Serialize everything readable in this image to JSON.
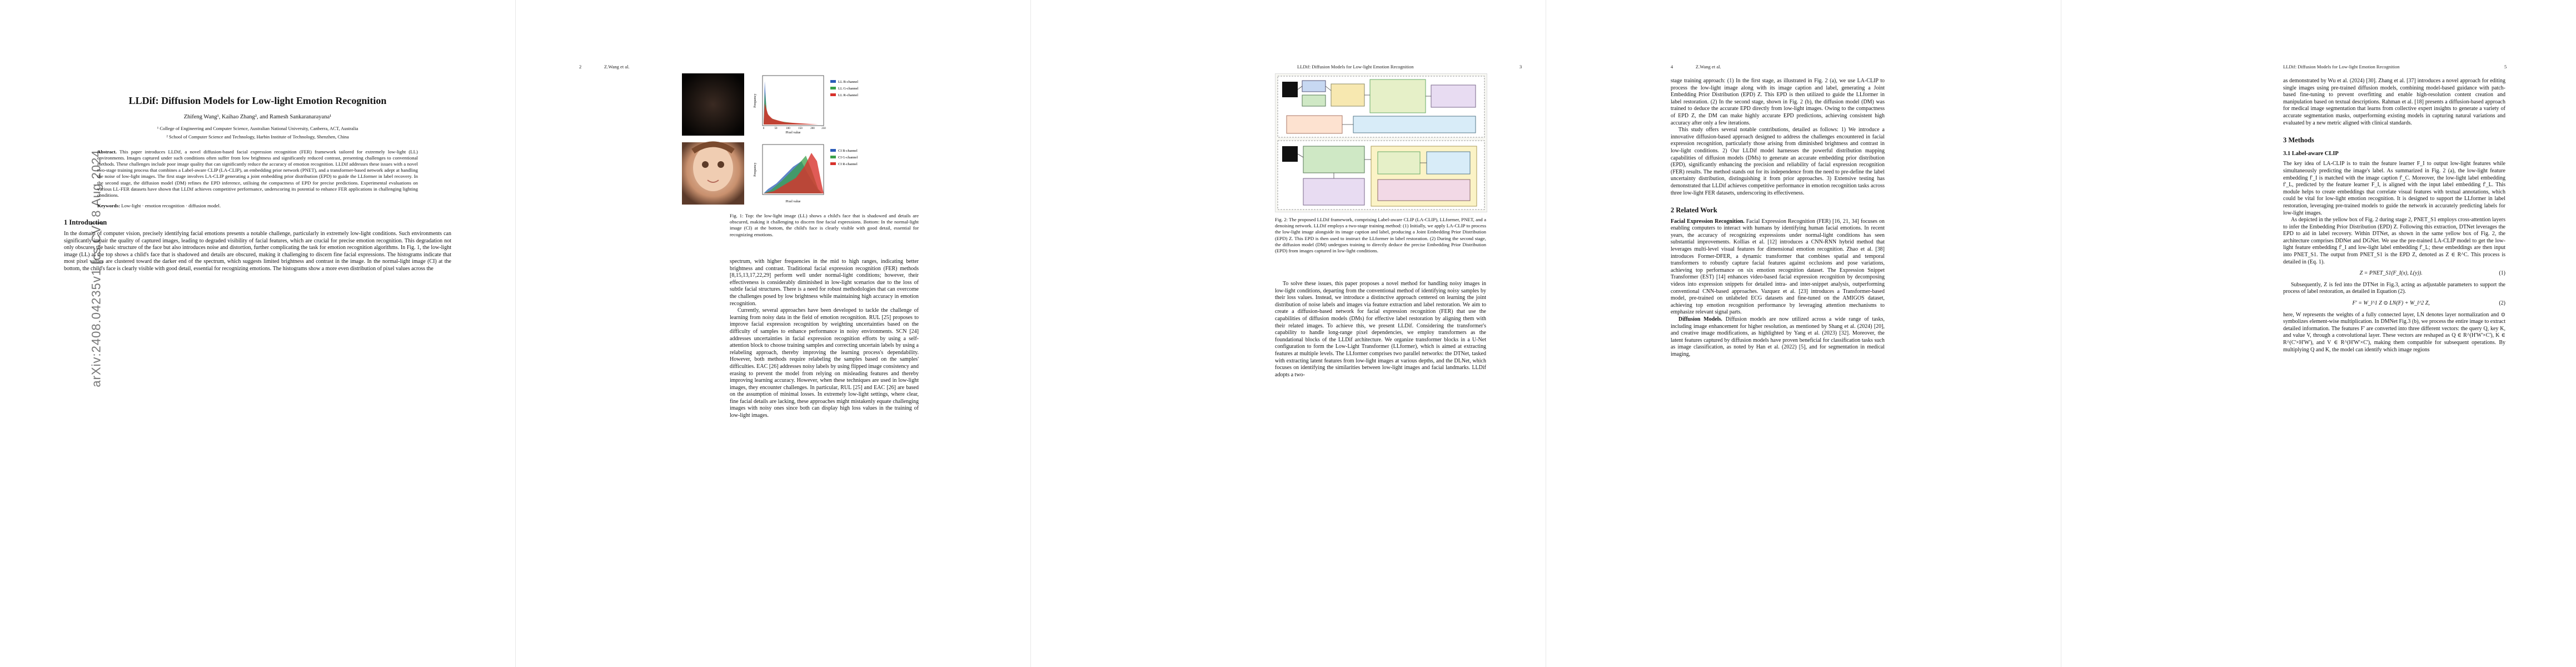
{
  "arxiv_id": "arXiv:2408.04235v1  [cs.CV]  8 Aug 2024",
  "page1": {
    "title": "LLDif: Diffusion Models for Low-light Emotion Recognition",
    "authors": "Zhifeng Wang¹, Kaihao Zhang², and Ramesh Sankaranarayana¹",
    "affil1": "¹ College of Engineering and Computer Science, Australian National University, Canberra, ACT, Australia",
    "affil2": "² School of Computer Science and Technology, Harbin Institute of Technology, Shenzhen, China",
    "abstract_label": "Abstract.",
    "abstract": "This paper introduces LLDif, a novel diffusion-based facial expression recognition (FER) framework tailored for extremely low-light (LL) environments. Images captured under such conditions often suffer from low brightness and significantly reduced contrast, presenting challenges to conventional methods. These challenges include poor image quality that can significantly reduce the accuracy of emotion recognition. LLDif addresses these issues with a novel two-stage training process that combines a Label-aware CLIP (LA-CLIP), an embedding prior network (PNET), and a transformer-based network adept at handling the noise of low-light images. The first stage involves LA-CLIP generating a joint embedding prior distribution (EPD) to guide the LLformer in label recovery. In the second stage, the diffusion model (DM) refines the EPD inference, utilising the compactness of EPD for precise predictions. Experimental evaluations on various LL-FER datasets have shown that LLDif achieves competitive performance, underscoring its potential to enhance FER applications in challenging lighting conditions.",
    "keywords_label": "Keywords:",
    "keywords": "Low-light · emotion recognition · diffusion model.",
    "sec1": "1   Introduction",
    "intro": "In the domain of computer vision, precisely identifying facial emotions presents a notable challenge, particularly in extremely low-light conditions. Such environments can significantly impair the quality of captured images, leading to degraded visibility of facial features, which are crucial for precise emotion recognition. This degradation not only obscures the basic structure of the face but also introduces noise and distortion, further complicating the task for emotion recognition algorithms. In Fig. 1, the low-light image (LL) at the top shows a child's face that is shadowed and details are obscured, making it challenging to discern fine facial expressions. The histograms indicate that most pixel values are clustered toward the darker end of the spectrum, which suggests limited brightness and contrast in the image. In the normal-light image (CI) at the bottom, the child's face is clearly visible with good detail, essential for recognizing emotions. The histograms show a more even distribution of pixel values across the"
  },
  "page2": {
    "runhead_num": "2",
    "runhead_author": "Z.Wang et al.",
    "legend_top": [
      "LL R-channel",
      "LL G-channel",
      "LL B-channel"
    ],
    "legend_bottom": [
      "CI R-channel",
      "CI G-channel",
      "CI B-channel"
    ],
    "axis_x": "Pixel value",
    "axis_y": "Frequency",
    "ticks_x": [
      "0",
      "50",
      "100",
      "150",
      "200",
      "250"
    ],
    "fig1_caption": "Fig. 1: Top: the low-light image (LL) shows a child's face that is shadowed and details are obscured, making it challenging to discern fine facial expressions. Bottom: In the normal-light image (CI) at the bottom, the child's face is clearly visible with good detail, essential for recognizing emotions.",
    "para1": "spectrum, with higher frequencies in the mid to high ranges, indicating better brightness and contrast. Traditional facial expression recognition (FER) methods [8,15,13,17,22,29] perform well under normal-light conditions; however, their effectiveness is considerably diminished in low-light scenarios due to the loss of subtle facial structures. There is a need for robust methodologies that can overcome the challenges posed by low brightness while maintaining high accuracy in emotion recognition.",
    "para2": "Currently, several approaches have been developed to tackle the challenge of learning from noisy data in the field of emotion recognition. RUL [25] proposes to improve facial expression recognition by weighting uncertainties based on the difficulty of samples to enhance performance in noisy environments. SCN [24] addresses uncertainties in facial expression recognition efforts by using a self-attention block to choose training samples and correcting uncertain labels by using a relabeling approach, thereby improving the learning process's dependability. However, both methods require relabeling the samples based on the samples' difficulties. EAC [26] addresses noisy labels by using flipped image consistency and erasing to prevent the model from relying on misleading features and thereby improving learning accuracy. However, when these techniques are used in low-light images, they encounter challenges. In particular, RUL [25] and EAC [26] are based on the assumption of minimal losses. In extremely low-light settings, where clear, fine facial details are lacking, these approaches might mistakenly equate challenging images with noisy ones since both can display high loss values in the training of low-light images."
  },
  "page3": {
    "runhead_title": "LLDif: Diffusion Models for Low-light Emotion Recognition",
    "runhead_num": "3",
    "fig2_caption": "Fig. 2: The proposed LLDif framework, comprising Label-aware CLIP (LA-CLIP), LLformer, PNET, and a denoising network. LLDif employs a two-stage training method: (1) Initially, we apply LA-CLIP to process the low-light image alongside its image caption and label, producing a Joint Embedding Prior Distribution (EPD) Z. This EPD is then used to instruct the LLformer in label restoration. (2) During the second stage, the diffusion model (DM) undergoes training to directly deduce the precise Embedding Prior Distribution (EPD) from images captured in low-light conditions.",
    "para": "To solve these issues, this paper proposes a novel method for handling noisy images in low-light conditions, departing from the conventional method of identifying noisy samples by their loss values. Instead, we introduce a distinctive approach centered on learning the joint distribution of noise labels and images via feature extraction and label restoration. We aim to create a diffusion-based network for facial expression recognition (FER) that use the capabilities of diffusion models (DMs) for effective label restoration by aligning them with their related images. To achieve this, we present LLDif. Considering the transformer's capability to handle long-range pixel dependencies, we employ transformers as the foundational blocks of the LLDif architecture. We organize transformer blocks in a U-Net configuration to form the Low-Light Transformer (LLformer), which is aimed at extracting features at multiple levels. The LLformer comprises two parallel networks: the DTNet, tasked with extracting latent features from low-light images at various depths, and the DLNet, which focuses on identifying the similarities between low-light images and facial landmarks. LLDif adopts a two-"
  },
  "page4": {
    "runhead_num": "4",
    "runhead_author": "Z.Wang et al.",
    "para1": "stage training approach: (1) In the first stage, as illustrated in Fig. 2 (a), we use LA-CLIP to process the low-light image along with its image caption and label, generating a Joint Embedding Prior Distribution (EPD) Z. This EPD is then utilized to guide the LLformer in label restoration. (2) In the second stage, shown in Fig. 2 (b), the diffusion model (DM) was trained to deduce the accurate EPD directly from low-light images. Owing to the compactness of EPD Z, the DM can make highly accurate EPD predictions, achieving consistent high accuracy after only a few iterations.",
    "para2": "This study offers several notable contributions, detailed as follows: 1) We introduce a innovative diffusion-based approach designed to address the challenges encountered in facial expression recognition, particularly those arising from diminished brightness and contrast in low-light conditions. 2) Our LLDif model harnesses the powerful distribution mapping capabilities of diffusion models (DMs) to generate an accurate embedding prior distribution (EPD), significantly enhancing the precision and reliability of facial expression recognition (FER) results. The method stands out for its independence from the need to pre-define the label uncertainty distribution, distinguishing it from prior approaches. 3) Extensive testing has demonstrated that LLDif achieves competitive performance in emotion recognition tasks across three low-light FER datasets, underscoring its effectiveness.",
    "sec2": "2   Related Work",
    "fer_label": "Facial Expression Recognition.",
    "fer": "Facial Expression Recognition (FER) [16, 21, 34] focuses on enabling computers to interact with humans by identifying human facial emotions. In recent years, the accuracy of recognizing expressions under normal-light conditions has seen substantial improvements. Kollias et al. [12] introduces a CNN-RNN hybrid method that leverages multi-level visual features for dimensional emotion recognition. Zhao et al. [38] introduces Former-DFER, a dynamic transformer that combines spatial and temporal transformers to robustly capture facial features against occlusions and pose variations, achieving top performance on six emotion recognition dataset. The Expression Snippet Transformer (EST) [14] enhances video-based facial expression recognition by decomposing videos into expression snippets for detailed intra- and inter-snippet analysis, outperforming conventional CNN-based approaches. Vazquez et al. [23] introduces a Transformer-based model, pre-trained on unlabeled ECG datasets and fine-tuned on the AMIGOS dataset, achieving top emotion recognition performance by leveraging attention mechanisms to emphasize relevant signal parts.",
    "dm_label": "Diffusion Models.",
    "dm": "Diffusion models are now utilized across a wide range of tasks, including image enhancement for higher resolution, as mentioned by Shang et al. (2024) [20], and creative image modifications, as highlighted by Yang et al. (2023) [32]. Moreover, the latent features captured by diffusion models have proven beneficial for classification tasks such as image classification, as noted by Han et al. (2022) [5], and for segmentation in medical imaging,"
  },
  "page5": {
    "runhead_title": "LLDif: Diffusion Models for Low-light Emotion Recognition",
    "runhead_num": "5",
    "para1": "as demonstrated by Wu et al. (2024) [30]. Zhang et al. [37] introduces a novel approach for editing single images using pre-trained diffusion models, combining model-based guidance with patch-based fine-tuning to prevent overfitting and enable high-resolution content creation and manipulation based on textual descriptions. Rahman et al. [18] presents a diffusion-based approach for medical image segmentation that learns from collective expert insights to generate a variety of accurate segmentation masks, outperforming existing models in capturing natural variations and evaluated by a new metric aligned with clinical standards.",
    "sec3": "3   Methods",
    "sec31": "3.1   Label-aware CLIP",
    "para2": "The key idea of LA-CLIP is to train the feature learner F_I to output low-light features while simultaneously predicting the image's label. As summarized in Fig. 2 (a), the low-light feature embedding f'_I is matched with the image caption f'_C. Moreover, the low-light label embedding f'_L, predicted by the feature learner F_I, is aligned with the input label embedding f'_L. This module helps to create embeddings that correlate visual features with textual annotations, which could be vital for low-light emotion recognition. It is designed to support the LLformer in label restoration, leveraging pre-trained models to guide the network in accurately predicting labels for low-light images.",
    "para3": "As depicted in the yellow box of Fig. 2 during stage 2, PNET_S1 employs cross-attention layers to infer the Embedding Prior Distribution (EPD) Z. Following this extraction, DTNet leverages the EPD to aid in label recovery. Within DTNet, as shown in the same yellow box of Fig. 2, the architecture comprises DDNet and DGNet. We use the pre-trained LA-CLIP model to get the low-light feature embedding f'_I and low-light label embedding f'_L; these embeddings are then input into PNET_S1. The output from PNET_S1 is the EPD Z, denoted as Z ∈ R^C. This process is detailed in (Eq. 1).",
    "eq1": "Z = PNET_S1(F_I(x), L(y)).",
    "eq1_num": "(1)",
    "para4": "Subsequently, Z is fed into the DTNet in Fig.3, acting as adjustable parameters to support the process of label restoration, as detailed in Equation (2).",
    "eq2": "F' = W_l^1 Z ⊙ LN(F) + W_l^2 Z,",
    "eq2_num": "(2)",
    "para5": "here, W represents the weights of a fully connected layer, LN denotes layer normalization and ⊙ symbolizes element-wise multiplication. In DMNet Fig.3 (b), we process the entire image to extract detailed information. The features F' are converted into three different vectors: the query Q, key K, and value V, through a convolutional layer. These vectors are reshaped as Q ∈ R^(H'W'×C'), K ∈ R^(C'×H'W'), and V ∈ R^(H'W'×C'), making them compatible for subsequent operations. By multiplying Q and K, the model can identify which image regions"
  }
}
